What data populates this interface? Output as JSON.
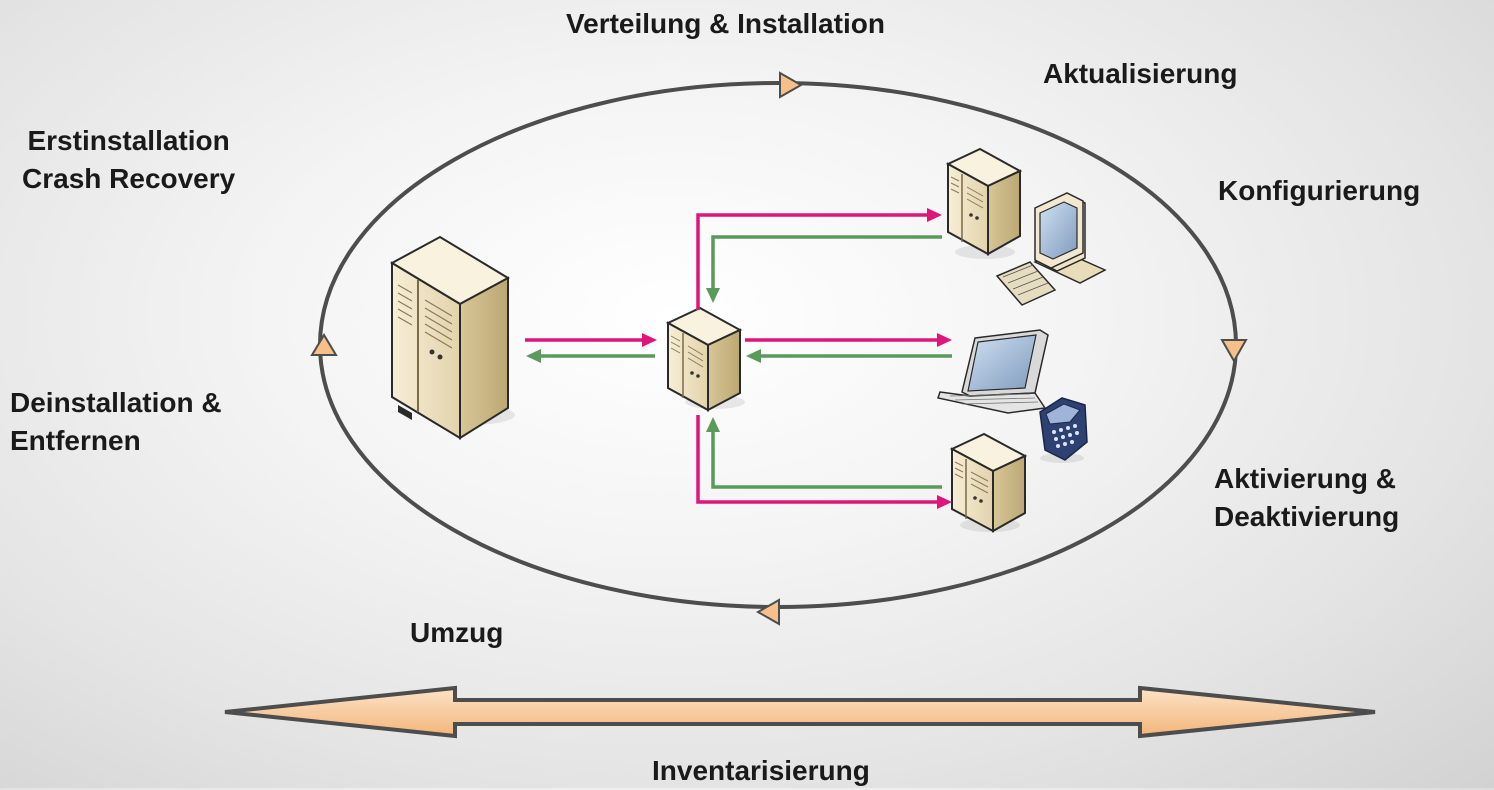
{
  "labels": {
    "top": "Verteilung & Installation",
    "update": "Aktualisierung",
    "initial_line1": "Erstinstallation",
    "initial_line2": "Crash Recovery",
    "config": "Konfigurierung",
    "uninstall_line1": "Deinstallation &",
    "uninstall_line2": "Entfernen",
    "activate_line1": "Aktivierung &",
    "activate_line2": "Deaktivierung",
    "move": "Umzug",
    "inventory": "Inventarisierung"
  },
  "colors": {
    "cycle_line": "#4d4d4d",
    "cycle_arrowhead": "#f7c08a",
    "push_arrow": "#e0157a",
    "return_arrow": "#5a9a5a",
    "inventory_arrow_fill": "#f8c494",
    "server_body": "#efe3c4"
  },
  "icons": [
    "main-server-icon",
    "relay-server-icon",
    "workstation-server-icon",
    "desktop-pc-icon",
    "laptop-icon",
    "smartphone-icon",
    "branch-server-icon"
  ]
}
